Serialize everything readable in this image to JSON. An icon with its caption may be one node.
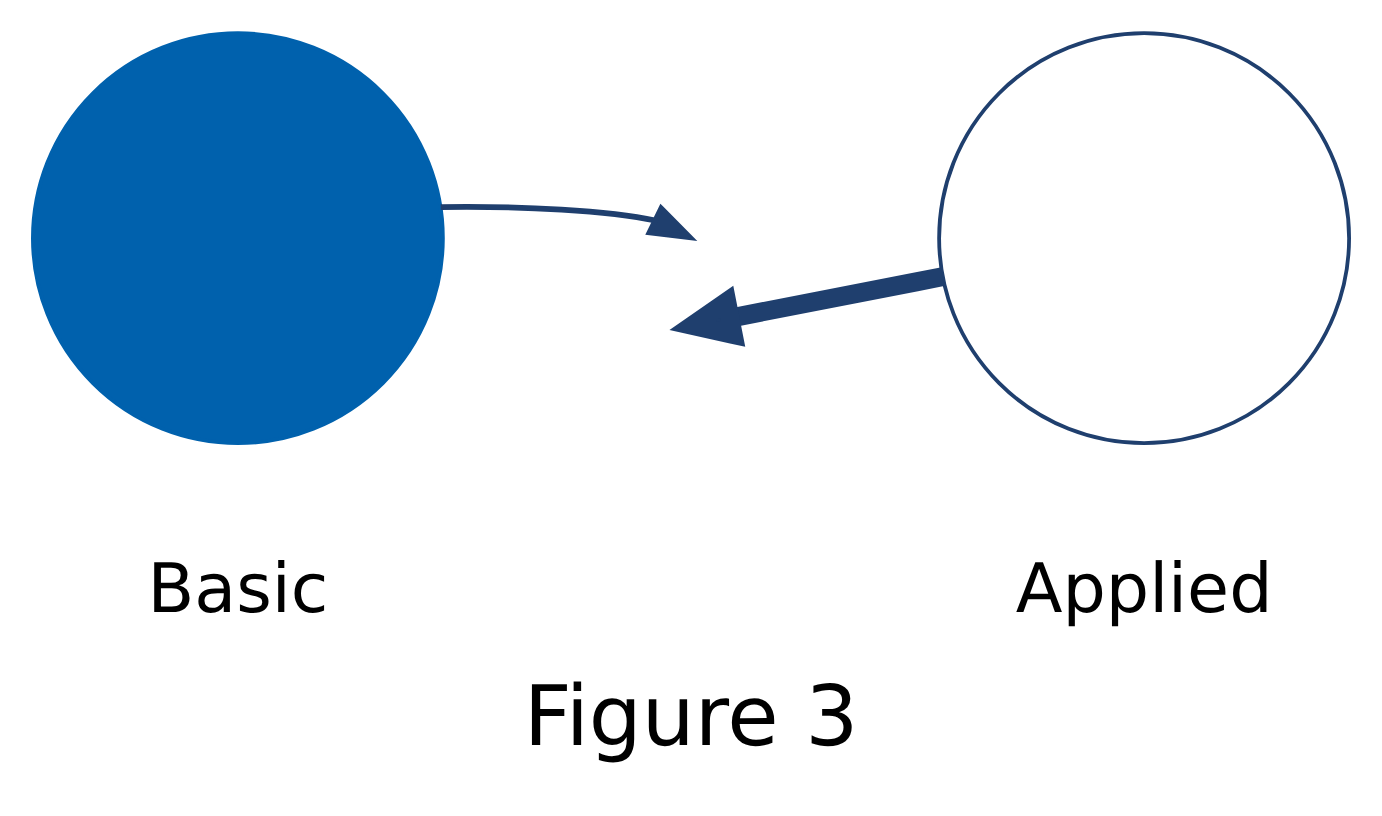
{
  "diagram": {
    "caption": "Figure 3",
    "nodes": [
      {
        "text": [],
        "shape": "circle",
        "beside": [
          "Basic"
        ]
      },
      {
        "text": [],
        "shape": "circle",
        "beside": [
          "Applied"
        ]
      }
    ],
    "edges": [
      {
        "from": 0,
        "to": null,
        "arrow": "to"
      },
      {
        "from": 1,
        "to": null,
        "arrow": "to",
        "style": "thick"
      }
    ]
  }
}
